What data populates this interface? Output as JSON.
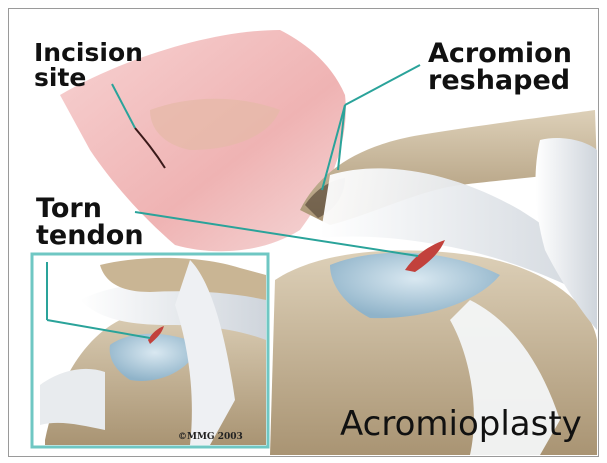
{
  "labels": {
    "incision_site": "Incision\nsite",
    "acromion_reshaped": "Acromion\nreshaped",
    "torn_tendon": "Torn\ntendon"
  },
  "title": "Acromioplasty",
  "copyright": "©MMG 2003",
  "colors": {
    "callout_line": "#2aa39a",
    "inset_border": "#6fc7c3",
    "bone": "#c9b594",
    "skin": "#f2c4c4",
    "tendon": "#e9ecef",
    "cartilage": "#a7c6d9",
    "torn_tendon": "#c2413c"
  }
}
